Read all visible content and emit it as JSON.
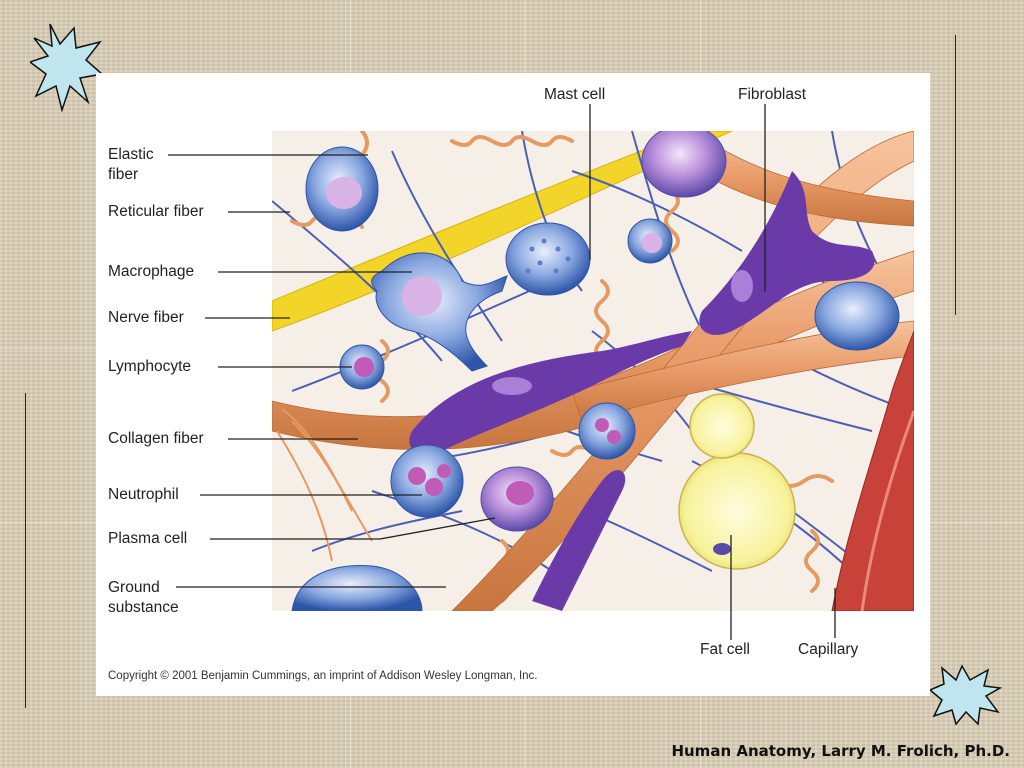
{
  "labels": {
    "elastic_fiber": "Elastic\nfiber",
    "reticular_fiber": "Reticular fiber",
    "macrophage": "Macrophage",
    "nerve_fiber": "Nerve fiber",
    "lymphocyte": "Lymphocyte",
    "collagen_fiber": "Collagen fiber",
    "neutrophil": "Neutrophil",
    "plasma_cell": "Plasma cell",
    "ground_substance": "Ground\nsubstance",
    "mast_cell": "Mast cell",
    "fibroblast": "Fibroblast",
    "fat_cell": "Fat cell",
    "capillary": "Capillary"
  },
  "copyright": "Copyright © 2001 Benjamin Cummings, an imprint of Addison Wesley Longman, Inc.",
  "footer": "Human Anatomy, Larry M. Frolich, Ph.D.",
  "colors": {
    "background": "#d9cdb4",
    "collagen": "#e9a06e",
    "elastic": "#e59a62",
    "reticular": "#4a5fb5",
    "nerve": "#f2d62a",
    "fibroblast": "#6a3aa8",
    "cell_blue": "#3a68b8",
    "cell_purple": "#8d5fc4",
    "fat": "#f7f2a8",
    "capillary": "#c8423a",
    "starburst": "#bfe6ee"
  },
  "icons": [
    "starburst-icon"
  ]
}
